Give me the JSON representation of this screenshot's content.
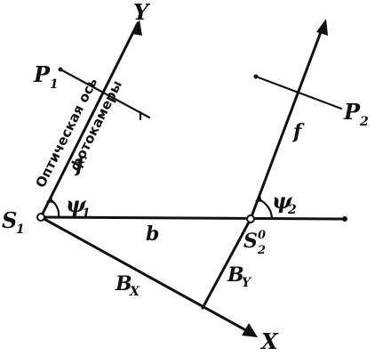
{
  "labels": {
    "axis_y": "Y",
    "axis_x": "X",
    "station_1": "S",
    "station_1_sub": "1",
    "station_2": "S",
    "station_2_sub": "2",
    "station_2_sup": "0",
    "plane_1": "P",
    "plane_1_sub": "1",
    "plane_2": "P",
    "plane_2_sub": "2",
    "focal_1": "f",
    "focal_2": "f",
    "angle_1": "ψ",
    "angle_1_sub": "1",
    "angle_2": "ψ",
    "angle_2_sub": "2",
    "base": "b",
    "base_x": "B",
    "base_x_sub": "X",
    "base_y": "B",
    "base_y_sub": "Y",
    "optical_axis_line1": "Оптическая  ось",
    "optical_axis_line2": "фотокамеры"
  }
}
